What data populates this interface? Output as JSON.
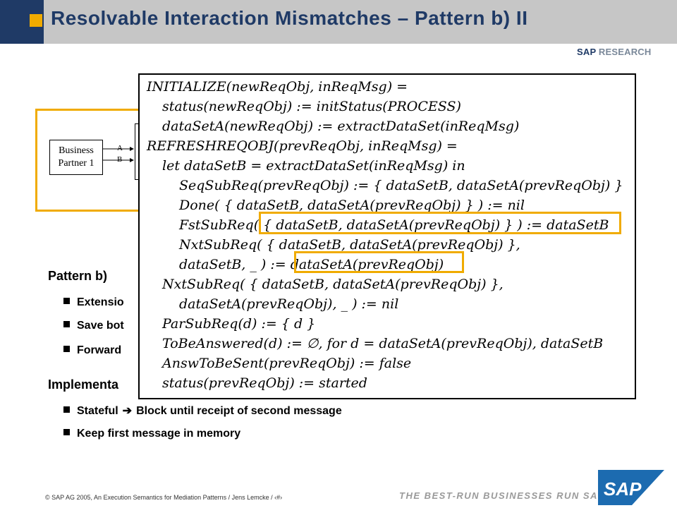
{
  "title": "Resolvable Interaction Mismatches – Pattern b) II",
  "brand": {
    "sap": "SAP",
    "research": "RESEARCH"
  },
  "diagram": {
    "partner_line1": "Business",
    "partner_line2": "Partner 1",
    "label_a": "A",
    "label_b": "B"
  },
  "body": {
    "pattern_heading": "Pattern b)",
    "bullets1": [
      "Extensio",
      "Save bot",
      "Forward"
    ],
    "impl_heading": "Implementa",
    "bullets2": [
      "Stateful",
      "Block until receipt of second message",
      "Keep first message in memory"
    ]
  },
  "formal_spec": {
    "lines": [
      "INITIALIZE(newReqObj, inReqMsg) =",
      "status(newReqObj) := initStatus(PROCESS)",
      "dataSetA(newReqObj) := extractDataSet(inReqMsg)",
      "REFRESHREQOBJ(prevReqObj, inReqMsg) =",
      "let dataSetB = extractDataSet(inReqMsg) in",
      "SeqSubReq(prevReqObj) := { dataSetB, dataSetA(prevReqObj) }",
      "Done( { dataSetB, dataSetA(prevReqObj) } ) := nil",
      "FstSubReq( { dataSetB, dataSetA(prevReqObj) } ) := dataSetB",
      "NxtSubReq( { dataSetB, dataSetA(prevReqObj) },",
      "dataSetB, _ ) := dataSetA(prevReqObj)",
      "NxtSubReq( { dataSetB, dataSetA(prevReqObj) },",
      "dataSetA(prevReqObj), _ ) := nil",
      "ParSubReq(d) := { d }",
      "ToBeAnswered(d) := ∅,  for d = dataSetA(prevReqObj), dataSetB",
      "AnswToBeSent(prevReqObj) := false",
      "status(prevReqObj) := started"
    ]
  },
  "footer": {
    "copyright": "©  SAP AG 2005, An Execution Semantics for Mediation Patterns / Jens Lemcke / ‹#›",
    "tagline": "THE BEST-RUN BUSINESSES RUN SAP",
    "logo_text": "SAP"
  }
}
